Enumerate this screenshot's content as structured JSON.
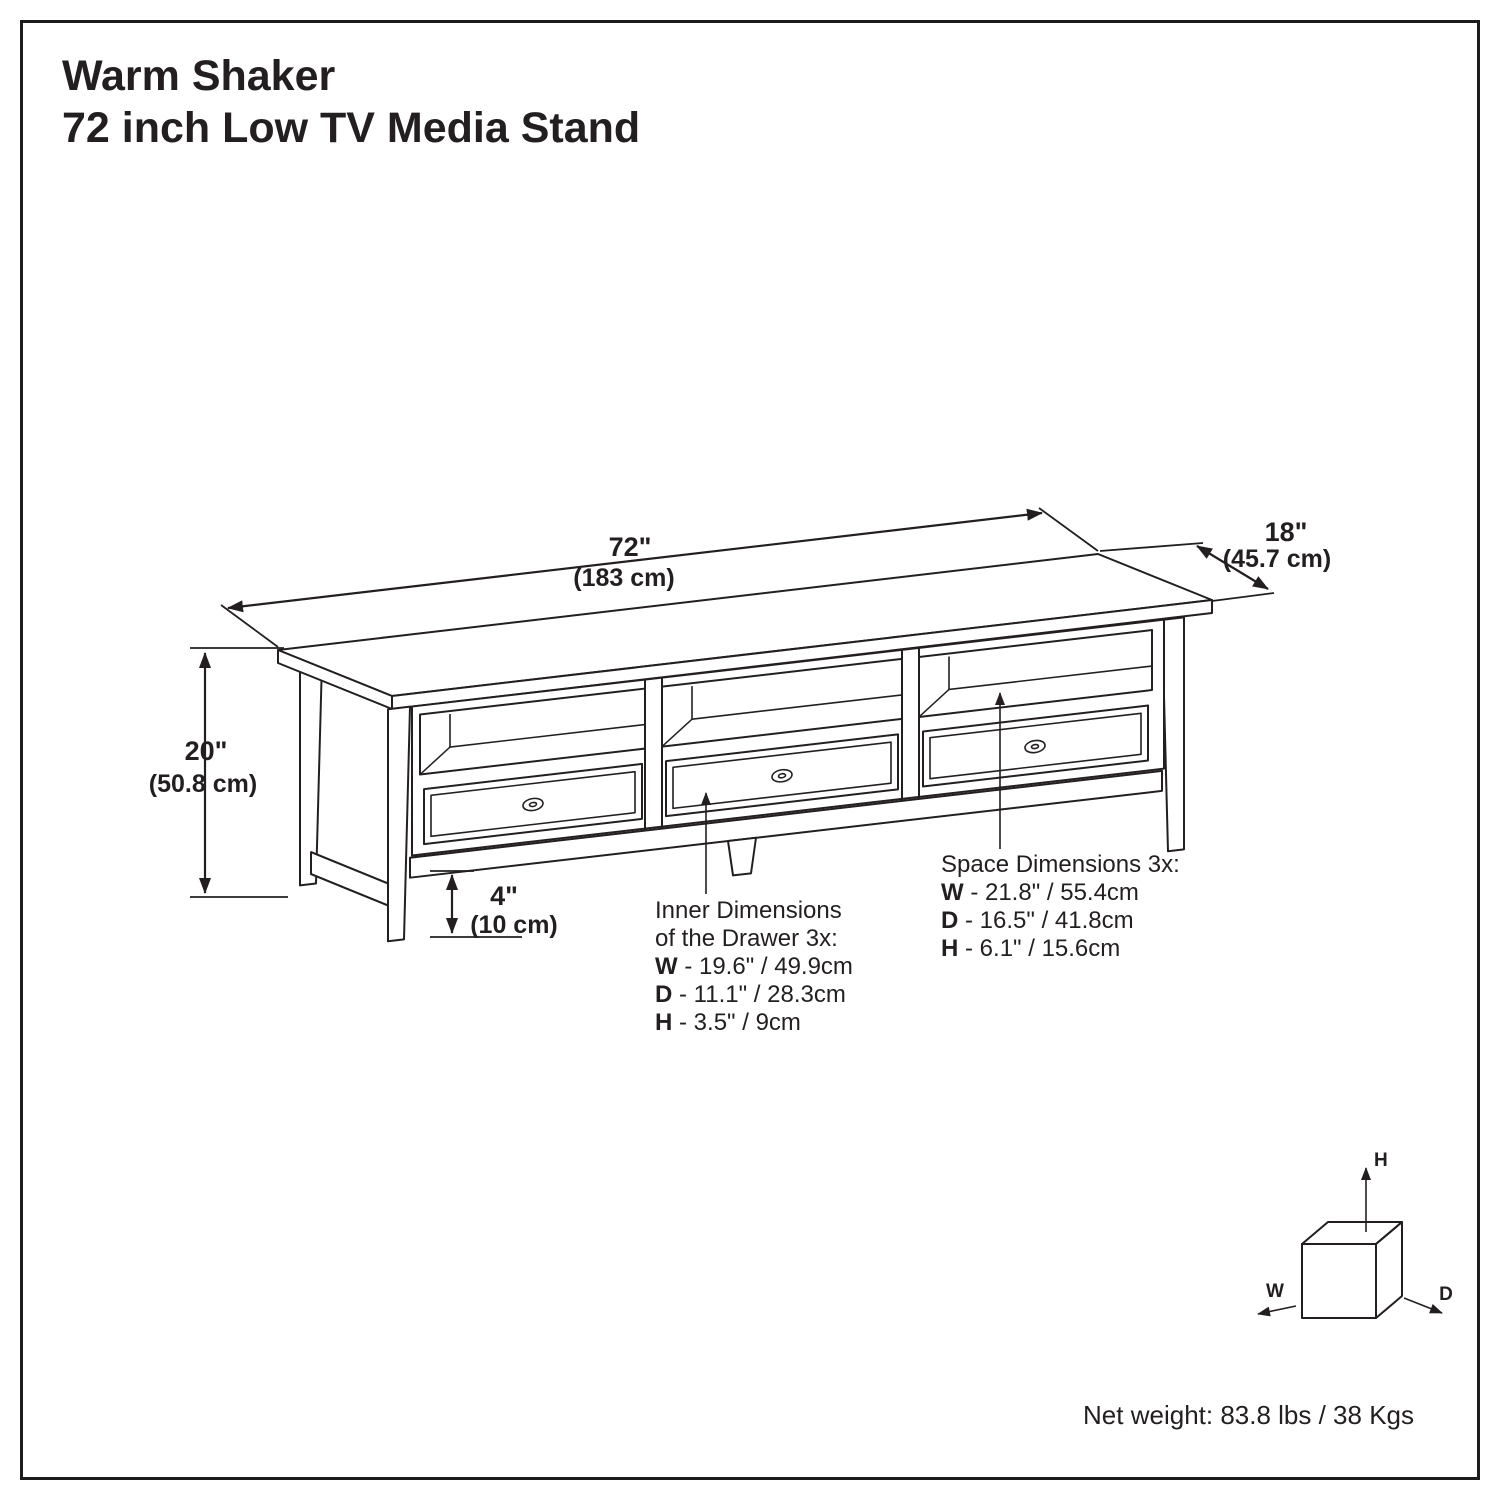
{
  "title": {
    "line1": "Warm Shaker",
    "line2": "72 inch Low TV Media Stand"
  },
  "dims": {
    "width": {
      "primary": "72\"",
      "secondary": "(183 cm)"
    },
    "depth": {
      "primary": "18\"",
      "secondary": "(45.7 cm)"
    },
    "height": {
      "primary": "20\"",
      "secondary": "(50.8 cm)"
    },
    "leg": {
      "primary": "4\"",
      "secondary": "(10 cm)"
    }
  },
  "drawer_dims": {
    "heading_line1": "Inner Dimensions",
    "heading_line2": "of the Drawer 3x:",
    "rows": [
      {
        "label": "W",
        "value": "- 19.6\" / 49.9cm"
      },
      {
        "label": "D",
        "value": "- 11.1\" / 28.3cm"
      },
      {
        "label": "H",
        "value": "- 3.5\" / 9cm"
      }
    ]
  },
  "space_dims": {
    "heading": "Space Dimensions 3x:",
    "rows": [
      {
        "label": "W",
        "value": "- 21.8\" / 55.4cm"
      },
      {
        "label": "D",
        "value": "- 16.5\" / 41.8cm"
      },
      {
        "label": "H",
        "value": "- 6.1\" / 15.6cm"
      }
    ]
  },
  "axes": {
    "w": "W",
    "d": "D",
    "h": "H"
  },
  "net_weight": "Net weight: 83.8 lbs / 38 Kgs",
  "colors": {
    "ink": "#231f20",
    "background": "#ffffff"
  }
}
